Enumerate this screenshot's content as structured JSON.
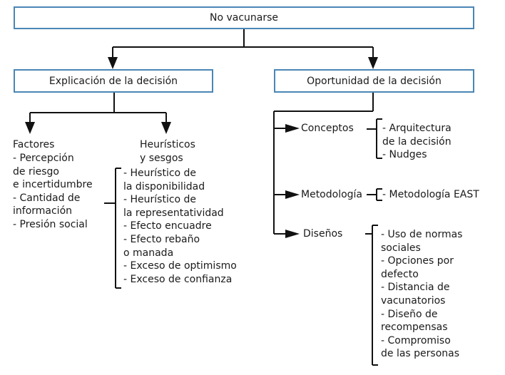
{
  "root": {
    "label": "No vacunarse"
  },
  "explicacion": {
    "label": "Explicación de la decisión",
    "factores": {
      "title": "Factores",
      "items": [
        "- Percepción",
        "de riesgo",
        "e incertidumbre",
        "- Cantidad de",
        "información",
        "- Presión social"
      ]
    },
    "heuristicos": {
      "title": [
        "Heurísticos",
        "y sesgos"
      ],
      "items": [
        "- Heurístico de",
        "la disponibilidad",
        "- Heurístico de",
        "la representatividad",
        "- Efecto encuadre",
        "- Efecto rebaño",
        "o manada",
        "- Exceso de optimismo",
        "- Exceso de confianza"
      ]
    }
  },
  "oportunidad": {
    "label": "Oportunidad de la decisión",
    "conceptos": {
      "label": "Conceptos",
      "items": [
        "- Arquitectura",
        "de la decisión",
        "- Nudges"
      ]
    },
    "metodologia": {
      "label": "Metodología",
      "items": [
        "- Metodología EAST"
      ]
    },
    "disenos": {
      "label": "Diseños",
      "items": [
        "- Uso de normas",
        "sociales",
        "- Opciones por",
        "defecto",
        "- Distancia de",
        "vacunatorios",
        "- Diseño de",
        "recompensas",
        "- Compromiso",
        "de las personas"
      ]
    }
  }
}
